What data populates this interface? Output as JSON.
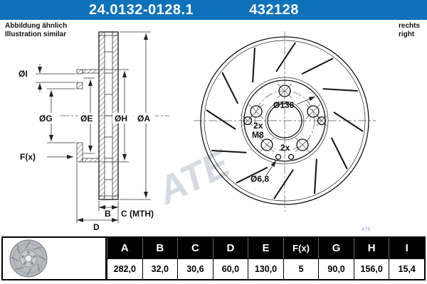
{
  "header": {
    "part_number": "24.0132-0128.1",
    "catalog_number": "432128"
  },
  "notes": {
    "similar_de": "Abbildung ähnlich",
    "similar_en": "Illustration similar",
    "side_de": "rechts",
    "side_en": "right"
  },
  "section_view": {
    "labels": {
      "dia_i": "ØI",
      "dia_g": "ØG",
      "dia_e": "ØE",
      "dia_h": "ØH",
      "dia_a": "ØA",
      "f": "F(x)",
      "b": "B",
      "c": "C (MTH)",
      "d": "D"
    }
  },
  "front_view": {
    "labels": {
      "bolt_circle_dia": "Ø136",
      "m8_qty": "2x",
      "m8_thread": "M8",
      "pin_qty": "2x",
      "pin_dia": "Ø6,8"
    }
  },
  "watermark": "ATE",
  "small_print": "ATE",
  "table": {
    "headers": [
      "A",
      "B",
      "C",
      "D",
      "E",
      "F(x)",
      "G",
      "H",
      "I"
    ],
    "values": [
      "282,0",
      "32,0",
      "30,6",
      "60,0",
      "130,0",
      "5",
      "90,0",
      "156,0",
      "15,4"
    ]
  },
  "colors": {
    "header_bg": "#0d72b9",
    "table_header_bg": "#000000",
    "watermark": "#c7cfd8"
  }
}
